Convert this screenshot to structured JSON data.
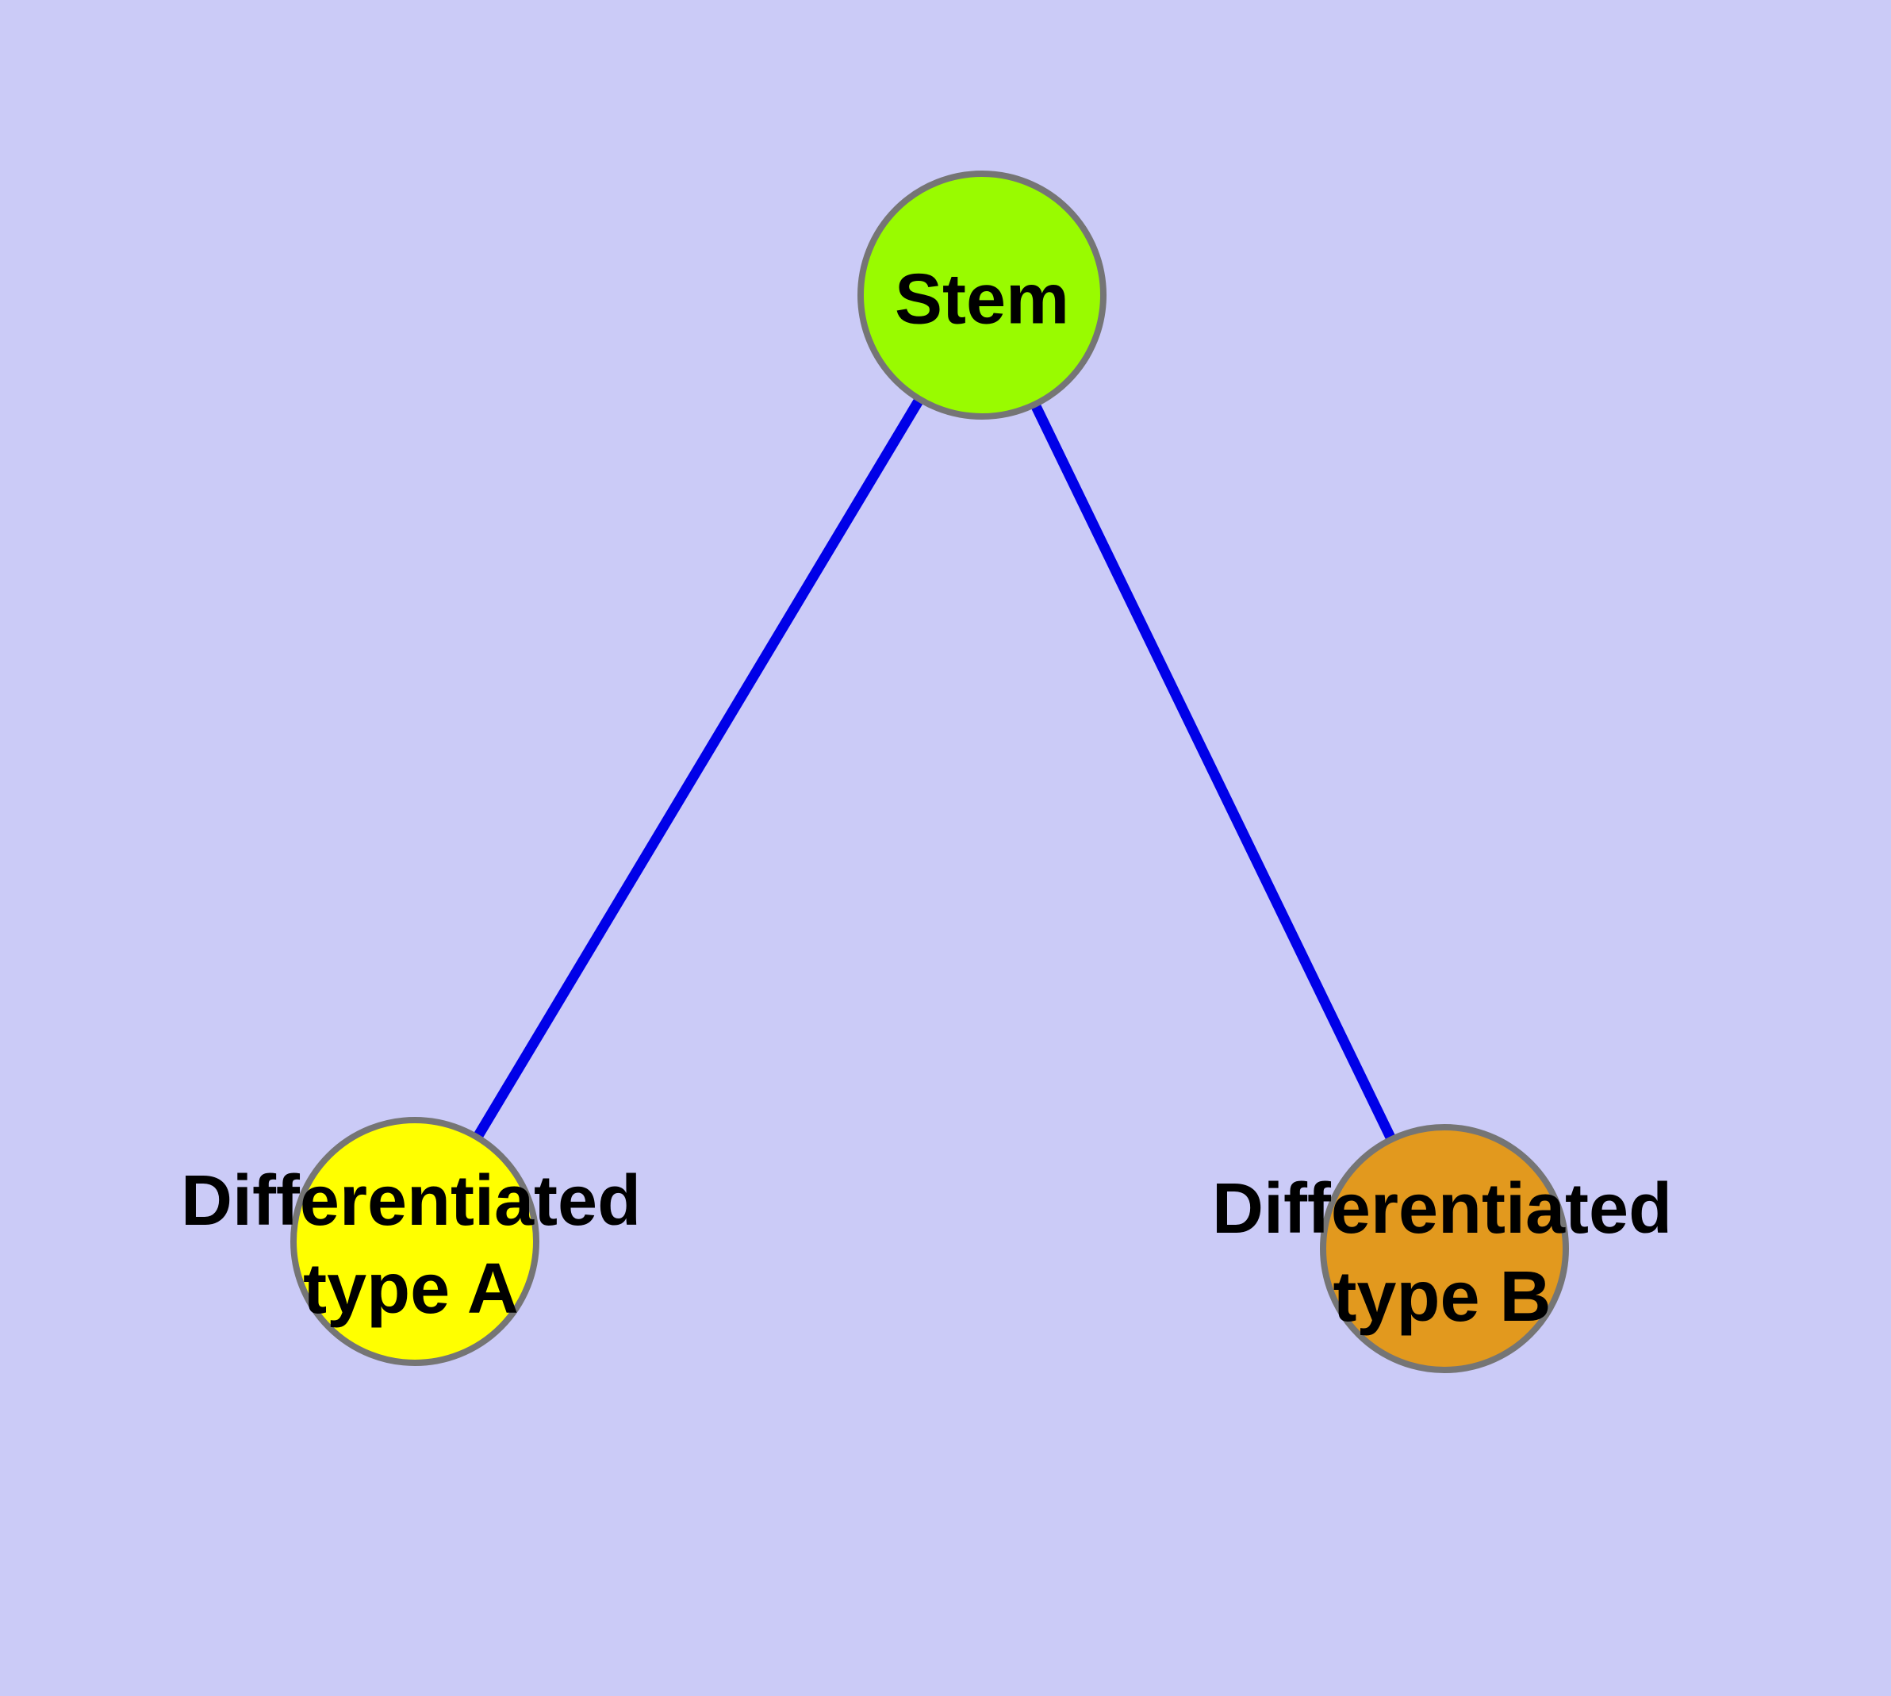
{
  "diagram": {
    "type": "node-link-graph",
    "background_color": "#CBCBF7",
    "edge_color": "#0000E8",
    "node_border_color": "#757575",
    "text_color": "#000000",
    "nodes": [
      {
        "id": "stem",
        "label": "Stem",
        "line1": "Stem",
        "line2": "",
        "fill": "#99FB00"
      },
      {
        "id": "type-a",
        "label": "Differentiated type A",
        "line1": "Differentiated",
        "line2": "type A",
        "fill": "#FFFF00"
      },
      {
        "id": "type-b",
        "label": "Differentiated type B",
        "line1": "Differentiated",
        "line2": "type B",
        "fill": "#E2991E"
      }
    ],
    "edges": [
      {
        "source": "Stem",
        "target": "Differentiated type A"
      },
      {
        "source": "Stem",
        "target": "Differentiated type B"
      }
    ]
  }
}
